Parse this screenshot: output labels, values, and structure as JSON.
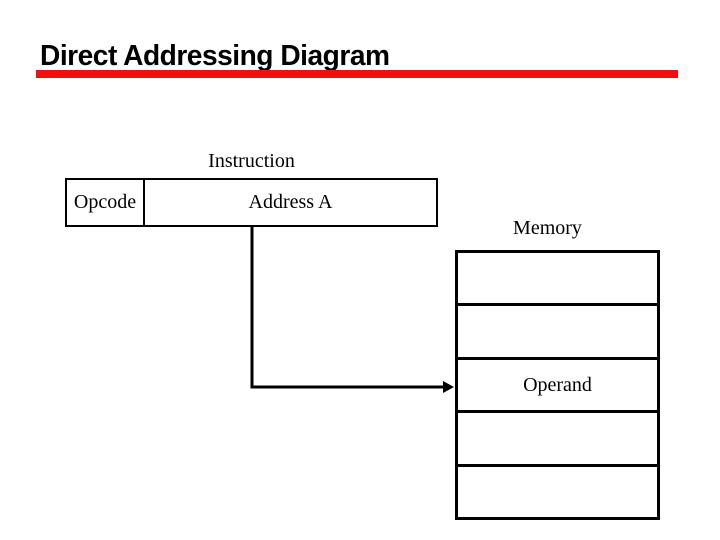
{
  "slide": {
    "title": "Direct Addressing Diagram",
    "accent_color": "#ee1111"
  },
  "diagram": {
    "instruction": {
      "label": "Instruction",
      "fields": [
        {
          "label": "Opcode"
        },
        {
          "label": "Address A"
        }
      ]
    },
    "memory": {
      "label": "Memory",
      "rows": [
        "",
        "",
        "Operand",
        "",
        ""
      ]
    },
    "connector": {
      "from": "Address A field",
      "to": "Operand memory row",
      "style": "elbow-arrow"
    }
  }
}
